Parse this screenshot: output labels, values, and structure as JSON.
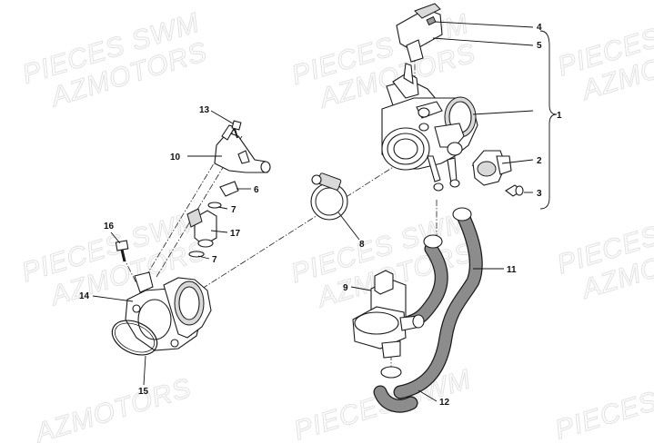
{
  "watermark": {
    "line1": "PIECES SWM",
    "line2": "AZMOTORS"
  },
  "callouts": {
    "c1": "1",
    "c2": "2",
    "c3": "3",
    "c4": "4",
    "c5": "5",
    "c6": "6",
    "c7a": "7",
    "c7b": "7",
    "c8": "8",
    "c9": "9",
    "c10": "10",
    "c11": "11",
    "c12": "12",
    "c13": "13",
    "c14": "14",
    "c15": "15",
    "c16": "16",
    "c17": "17"
  }
}
